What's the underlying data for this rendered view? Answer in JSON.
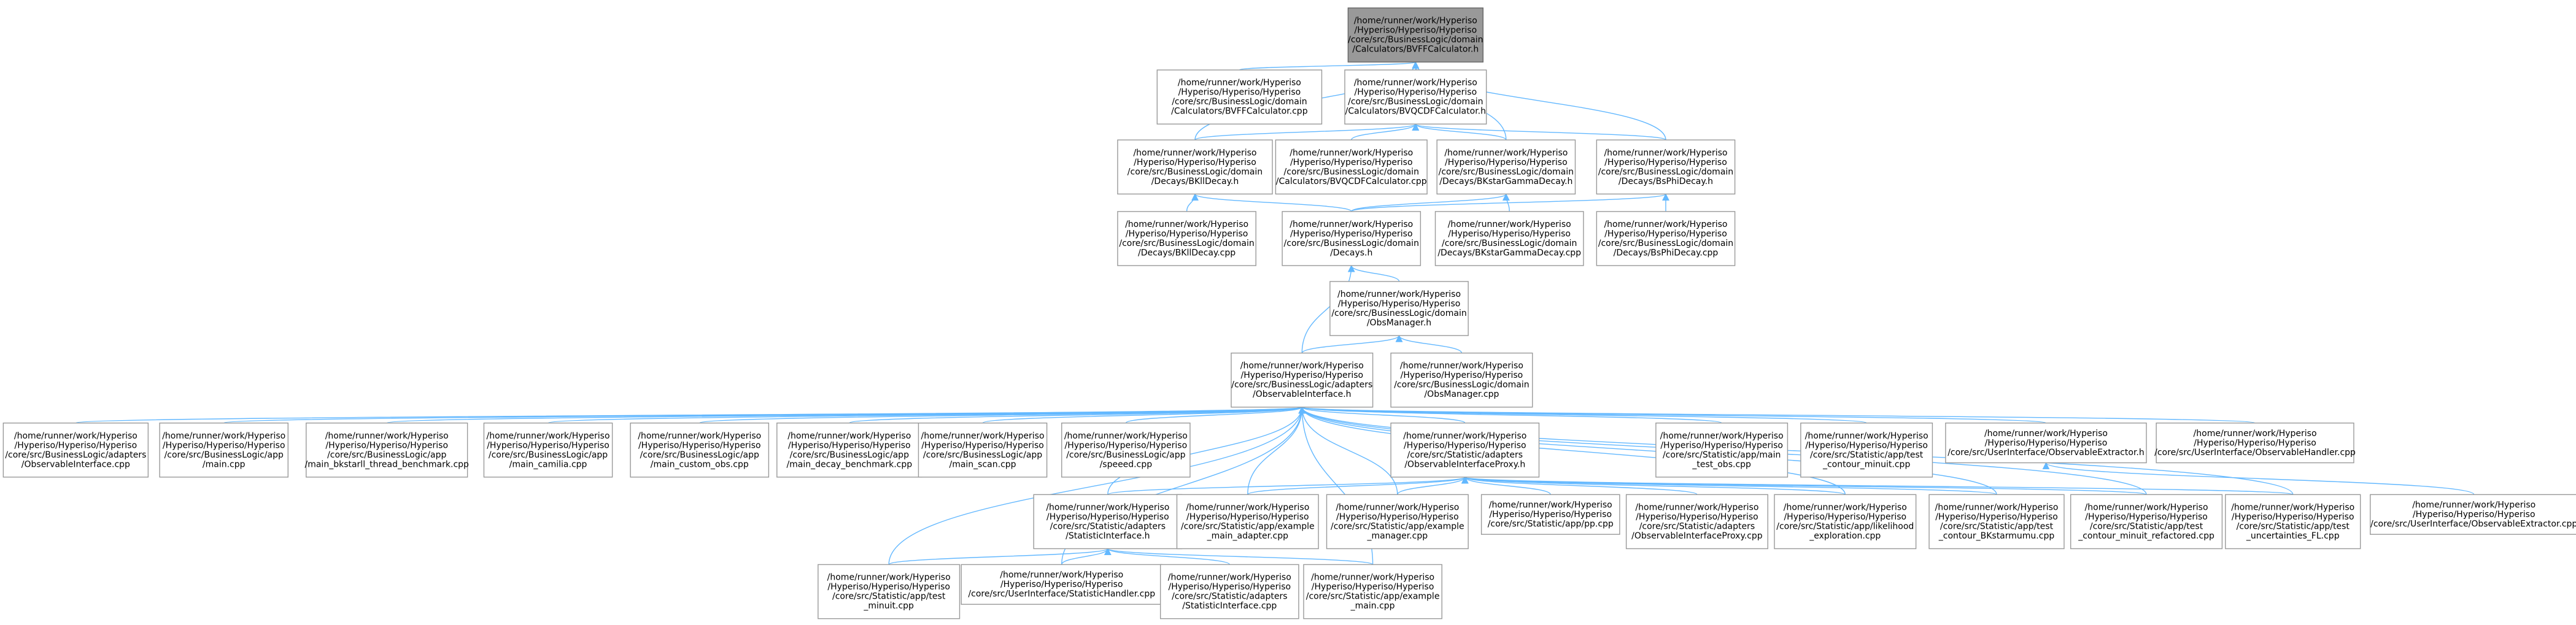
{
  "colors": {
    "edge": "#63b8ff",
    "node_border": "#999999",
    "root_fill": "#999999",
    "node_fill": "#ffffff"
  },
  "graph": {
    "root": "n0",
    "nodes": [
      {
        "id": "n0",
        "lines": [
          "/home/runner/work/Hyperiso",
          "/Hyperiso/Hyperiso/Hyperiso",
          "/core/src/BusinessLogic/domain",
          "/Calculators/BVFFCalculator.h"
        ]
      },
      {
        "id": "n1",
        "lines": [
          "/home/runner/work/Hyperiso",
          "/Hyperiso/Hyperiso/Hyperiso",
          "/core/src/BusinessLogic/domain",
          "/Calculators/BVFFCalculator.cpp"
        ]
      },
      {
        "id": "n2",
        "lines": [
          "/home/runner/work/Hyperiso",
          "/Hyperiso/Hyperiso/Hyperiso",
          "/core/src/BusinessLogic/domain",
          "/Calculators/BVQCDFCalculator.h"
        ]
      },
      {
        "id": "n3",
        "lines": [
          "/home/runner/work/Hyperiso",
          "/Hyperiso/Hyperiso/Hyperiso",
          "/core/src/BusinessLogic/domain",
          "/Decays/BKllDecay.h"
        ]
      },
      {
        "id": "n4",
        "lines": [
          "/home/runner/work/Hyperiso",
          "/Hyperiso/Hyperiso/Hyperiso",
          "/core/src/BusinessLogic/domain",
          "/Calculators/BVQCDFCalculator.cpp"
        ]
      },
      {
        "id": "n5",
        "lines": [
          "/home/runner/work/Hyperiso",
          "/Hyperiso/Hyperiso/Hyperiso",
          "/core/src/BusinessLogic/domain",
          "/Decays/BKstarGammaDecay.h"
        ]
      },
      {
        "id": "n6",
        "lines": [
          "/home/runner/work/Hyperiso",
          "/Hyperiso/Hyperiso/Hyperiso",
          "/core/src/BusinessLogic/domain",
          "/Decays/BsPhiDecay.h"
        ]
      },
      {
        "id": "n7",
        "lines": [
          "/home/runner/work/Hyperiso",
          "/Hyperiso/Hyperiso/Hyperiso",
          "/core/src/BusinessLogic/domain",
          "/Decays/BKllDecay.cpp"
        ]
      },
      {
        "id": "n8",
        "lines": [
          "/home/runner/work/Hyperiso",
          "/Hyperiso/Hyperiso/Hyperiso",
          "/core/src/BusinessLogic/domain",
          "/Decays.h"
        ]
      },
      {
        "id": "n9",
        "lines": [
          "/home/runner/work/Hyperiso",
          "/Hyperiso/Hyperiso/Hyperiso",
          "/core/src/BusinessLogic/domain",
          "/Decays/BKstarGammaDecay.cpp"
        ]
      },
      {
        "id": "n10",
        "lines": [
          "/home/runner/work/Hyperiso",
          "/Hyperiso/Hyperiso/Hyperiso",
          "/core/src/BusinessLogic/domain",
          "/Decays/BsPhiDecay.cpp"
        ]
      },
      {
        "id": "n11",
        "lines": [
          "/home/runner/work/Hyperiso",
          "/Hyperiso/Hyperiso/Hyperiso",
          "/core/src/BusinessLogic/domain",
          "/ObsManager.h"
        ]
      },
      {
        "id": "n12",
        "lines": [
          "/home/runner/work/Hyperiso",
          "/Hyperiso/Hyperiso/Hyperiso",
          "/core/src/BusinessLogic/adapters",
          "/ObservableInterface.h"
        ]
      },
      {
        "id": "n13",
        "lines": [
          "/home/runner/work/Hyperiso",
          "/Hyperiso/Hyperiso/Hyperiso",
          "/core/src/BusinessLogic/domain",
          "/ObsManager.cpp"
        ]
      },
      {
        "id": "n14",
        "lines": [
          "/home/runner/work/Hyperiso",
          "/Hyperiso/Hyperiso/Hyperiso",
          "/core/src/BusinessLogic/adapters",
          "/ObservableInterface.cpp"
        ]
      },
      {
        "id": "n15",
        "lines": [
          "/home/runner/work/Hyperiso",
          "/Hyperiso/Hyperiso/Hyperiso",
          "/core/src/BusinessLogic/app",
          "/main.cpp"
        ]
      },
      {
        "id": "n16",
        "lines": [
          "/home/runner/work/Hyperiso",
          "/Hyperiso/Hyperiso/Hyperiso",
          "/core/src/BusinessLogic/app",
          "/main_bkstarll_thread_benchmark.cpp"
        ]
      },
      {
        "id": "n17",
        "lines": [
          "/home/runner/work/Hyperiso",
          "/Hyperiso/Hyperiso/Hyperiso",
          "/core/src/BusinessLogic/app",
          "/main_camilia.cpp"
        ]
      },
      {
        "id": "n18",
        "lines": [
          "/home/runner/work/Hyperiso",
          "/Hyperiso/Hyperiso/Hyperiso",
          "/core/src/BusinessLogic/app",
          "/main_custom_obs.cpp"
        ]
      },
      {
        "id": "n19",
        "lines": [
          "/home/runner/work/Hyperiso",
          "/Hyperiso/Hyperiso/Hyperiso",
          "/core/src/BusinessLogic/app",
          "/main_decay_benchmark.cpp"
        ]
      },
      {
        "id": "n20",
        "lines": [
          "/home/runner/work/Hyperiso",
          "/Hyperiso/Hyperiso/Hyperiso",
          "/core/src/BusinessLogic/app",
          "/main_scan.cpp"
        ]
      },
      {
        "id": "n21",
        "lines": [
          "/home/runner/work/Hyperiso",
          "/Hyperiso/Hyperiso/Hyperiso",
          "/core/src/BusinessLogic/app",
          "/speeed.cpp"
        ]
      },
      {
        "id": "n22",
        "lines": [
          "/home/runner/work/Hyperiso",
          "/Hyperiso/Hyperiso/Hyperiso",
          "/core/src/Statistic/adapters",
          "/ObservableInterfaceProxy.h"
        ]
      },
      {
        "id": "n23",
        "lines": [
          "/home/runner/work/Hyperiso",
          "/Hyperiso/Hyperiso/Hyperiso",
          "/core/src/Statistic/app/main",
          "_test_obs.cpp"
        ]
      },
      {
        "id": "n24",
        "lines": [
          "/home/runner/work/Hyperiso",
          "/Hyperiso/Hyperiso/Hyperiso",
          "/core/src/Statistic/app/test",
          "_contour_minuit.cpp"
        ]
      },
      {
        "id": "n25",
        "lines": [
          "/home/runner/work/Hyperiso",
          "/Hyperiso/Hyperiso/Hyperiso",
          "/core/src/UserInterface/ObservableExtractor.h"
        ]
      },
      {
        "id": "n26",
        "lines": [
          "/home/runner/work/Hyperiso",
          "/Hyperiso/Hyperiso/Hyperiso",
          "/core/src/UserInterface/ObservableHandler.cpp"
        ]
      },
      {
        "id": "n27",
        "lines": [
          "/home/runner/work/Hyperiso",
          "/Hyperiso/Hyperiso/Hyperiso",
          "/core/src/Statistic/adapters",
          "/StatisticInterface.h"
        ]
      },
      {
        "id": "n28",
        "lines": [
          "/home/runner/work/Hyperiso",
          "/Hyperiso/Hyperiso/Hyperiso",
          "/core/src/Statistic/app/example",
          "_main_adapter.cpp"
        ]
      },
      {
        "id": "n29",
        "lines": [
          "/home/runner/work/Hyperiso",
          "/Hyperiso/Hyperiso/Hyperiso",
          "/core/src/Statistic/app/example",
          "_manager.cpp"
        ]
      },
      {
        "id": "n30",
        "lines": [
          "/home/runner/work/Hyperiso",
          "/Hyperiso/Hyperiso/Hyperiso",
          "/core/src/Statistic/app/pp.cpp"
        ]
      },
      {
        "id": "n31",
        "lines": [
          "/home/runner/work/Hyperiso",
          "/Hyperiso/Hyperiso/Hyperiso",
          "/core/src/Statistic/adapters",
          "/ObservableInterfaceProxy.cpp"
        ]
      },
      {
        "id": "n32",
        "lines": [
          "/home/runner/work/Hyperiso",
          "/Hyperiso/Hyperiso/Hyperiso",
          "/core/src/Statistic/app/likelihood",
          "_exploration.cpp"
        ]
      },
      {
        "id": "n33",
        "lines": [
          "/home/runner/work/Hyperiso",
          "/Hyperiso/Hyperiso/Hyperiso",
          "/core/src/Statistic/app/test",
          "_contour_BKstarmumu.cpp"
        ]
      },
      {
        "id": "n34",
        "lines": [
          "/home/runner/work/Hyperiso",
          "/Hyperiso/Hyperiso/Hyperiso",
          "/core/src/Statistic/app/test",
          "_contour_minuit_refactored.cpp"
        ]
      },
      {
        "id": "n35",
        "lines": [
          "/home/runner/work/Hyperiso",
          "/Hyperiso/Hyperiso/Hyperiso",
          "/core/src/Statistic/app/test",
          "_uncertainties_FL.cpp"
        ]
      },
      {
        "id": "n36",
        "lines": [
          "/home/runner/work/Hyperiso",
          "/Hyperiso/Hyperiso/Hyperiso",
          "/core/src/UserInterface/ObservableExtractor.cpp"
        ]
      },
      {
        "id": "n37",
        "lines": [
          "/home/runner/work/Hyperiso",
          "/Hyperiso/Hyperiso/Hyperiso",
          "/core/src/Statistic/app/test",
          "_minuit.cpp"
        ]
      },
      {
        "id": "n38",
        "lines": [
          "/home/runner/work/Hyperiso",
          "/Hyperiso/Hyperiso/Hyperiso",
          "/core/src/UserInterface/StatisticHandler.cpp"
        ]
      },
      {
        "id": "n39",
        "lines": [
          "/home/runner/work/Hyperiso",
          "/Hyperiso/Hyperiso/Hyperiso",
          "/core/src/Statistic/adapters",
          "/StatisticInterface.cpp"
        ]
      },
      {
        "id": "n40",
        "lines": [
          "/home/runner/work/Hyperiso",
          "/Hyperiso/Hyperiso/Hyperiso",
          "/core/src/Statistic/app/example",
          "_main.cpp"
        ]
      }
    ],
    "edges": [
      [
        "n1",
        "n0"
      ],
      [
        "n2",
        "n0"
      ],
      [
        "n3",
        "n0"
      ],
      [
        "n5",
        "n0"
      ],
      [
        "n6",
        "n0"
      ],
      [
        "n3",
        "n2"
      ],
      [
        "n4",
        "n2"
      ],
      [
        "n5",
        "n2"
      ],
      [
        "n6",
        "n2"
      ],
      [
        "n7",
        "n3"
      ],
      [
        "n8",
        "n3"
      ],
      [
        "n8",
        "n5"
      ],
      [
        "n9",
        "n5"
      ],
      [
        "n8",
        "n6"
      ],
      [
        "n10",
        "n6"
      ],
      [
        "n11",
        "n8"
      ],
      [
        "n12",
        "n8"
      ],
      [
        "n12",
        "n11"
      ],
      [
        "n13",
        "n11"
      ],
      [
        "n14",
        "n12"
      ],
      [
        "n15",
        "n12"
      ],
      [
        "n16",
        "n12"
      ],
      [
        "n17",
        "n12"
      ],
      [
        "n18",
        "n12"
      ],
      [
        "n19",
        "n12"
      ],
      [
        "n20",
        "n12"
      ],
      [
        "n21",
        "n12"
      ],
      [
        "n22",
        "n12"
      ],
      [
        "n23",
        "n12"
      ],
      [
        "n24",
        "n12"
      ],
      [
        "n25",
        "n12"
      ],
      [
        "n26",
        "n12"
      ],
      [
        "n27",
        "n12"
      ],
      [
        "n28",
        "n12"
      ],
      [
        "n29",
        "n12"
      ],
      [
        "n32",
        "n12"
      ],
      [
        "n33",
        "n12"
      ],
      [
        "n34",
        "n12"
      ],
      [
        "n35",
        "n12"
      ],
      [
        "n37",
        "n12"
      ],
      [
        "n38",
        "n12"
      ],
      [
        "n40",
        "n12"
      ],
      [
        "n27",
        "n22"
      ],
      [
        "n28",
        "n22"
      ],
      [
        "n29",
        "n22"
      ],
      [
        "n30",
        "n22"
      ],
      [
        "n31",
        "n22"
      ],
      [
        "n32",
        "n22"
      ],
      [
        "n33",
        "n22"
      ],
      [
        "n34",
        "n22"
      ],
      [
        "n35",
        "n22"
      ],
      [
        "n36",
        "n25"
      ],
      [
        "n37",
        "n27"
      ],
      [
        "n38",
        "n27"
      ],
      [
        "n39",
        "n27"
      ],
      [
        "n40",
        "n27"
      ]
    ]
  }
}
